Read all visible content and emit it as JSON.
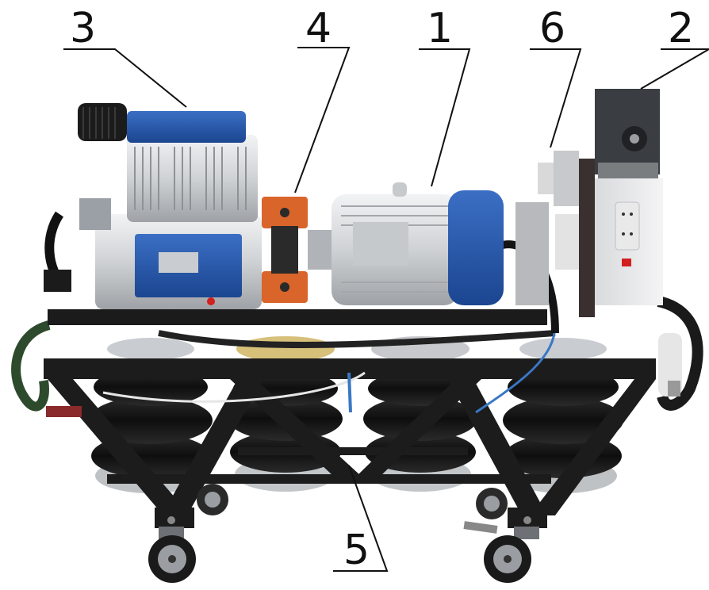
{
  "callouts": [
    {
      "id": "callout-1",
      "label": "1"
    },
    {
      "id": "callout-2",
      "label": "2"
    },
    {
      "id": "callout-3",
      "label": "3"
    },
    {
      "id": "callout-4",
      "label": "4"
    },
    {
      "id": "callout-5",
      "label": "5"
    },
    {
      "id": "callout-6",
      "label": "6"
    }
  ],
  "colors": {
    "frame": "#1c1c1c",
    "compressor_blue": "#2a5aa8",
    "motor_blue": "#1e4fa8",
    "aluminium": "#d6d8da",
    "coupling_orange": "#d9652b",
    "cabinet": "#ececec",
    "vfd_dark": "#3a3d42",
    "airbag": "#151515",
    "background": "#ffffff"
  },
  "icons": [
    "air-filter-icon",
    "power-socket-icon",
    "cooling-fan-icon",
    "caster-wheel-icon"
  ]
}
